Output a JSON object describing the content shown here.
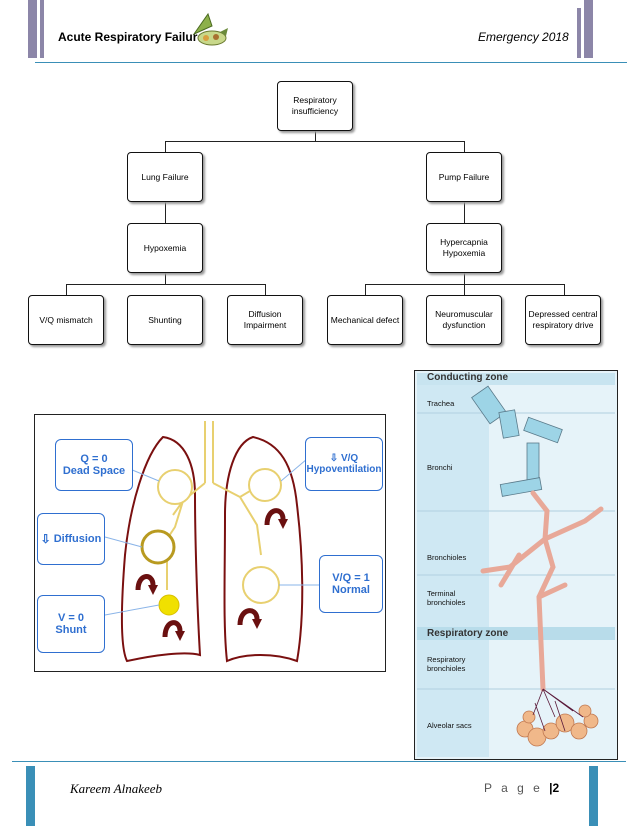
{
  "header": {
    "left_title": "Acute Respiratory Failure",
    "right_title": "Emergency 2018"
  },
  "tree": {
    "root": "Respiratory insufficiency",
    "lung_failure": "Lung Failure",
    "pump_failure": "Pump Failure",
    "hypoxemia": "Hypoxemia",
    "hypercapnia": "Hypercapnia Hypoxemia",
    "vq_mismatch": "V/Q mismatch",
    "shunting": "Shunting",
    "diffusion_impairment": "Diffusion Impairment",
    "mechanical_defect": "Mechanical defect",
    "neuromuscular": "Neuromuscular dysfunction",
    "depressed_drive": "Depressed central respiratory drive"
  },
  "vq_figure": {
    "dead_space_line1": "Q = 0",
    "dead_space_line2": "Dead Space",
    "diffusion": "Diffusion",
    "shunt_line1": "V = 0",
    "shunt_line2": "Shunt",
    "hypovent_line1": "V/Q",
    "hypovent_line2": "Hypoventilation",
    "normal_line1": "V/Q = 1",
    "normal_line2": "Normal"
  },
  "airway_figure": {
    "conducting_zone": "Conducting zone",
    "trachea": "Trachea",
    "bronchi": "Bronchi",
    "bronchioles": "Bronchioles",
    "terminal_line1": "Terminal",
    "terminal_line2": "bronchioles",
    "respiratory_zone": "Respiratory zone",
    "resp_bronch_line1": "Respiratory",
    "resp_bronch_line2": "bronchioles",
    "alveolar_sacs": "Alveolar sacs"
  },
  "footer": {
    "author": "Kareem Alnakeeb",
    "page_label": "P a g e",
    "page_number": "2"
  },
  "colors": {
    "accent_bar": "#8c86a8",
    "footer_bar": "#3a8fb7",
    "lung_outline": "#7a1010",
    "callout_blue": "#2f6fd0"
  }
}
